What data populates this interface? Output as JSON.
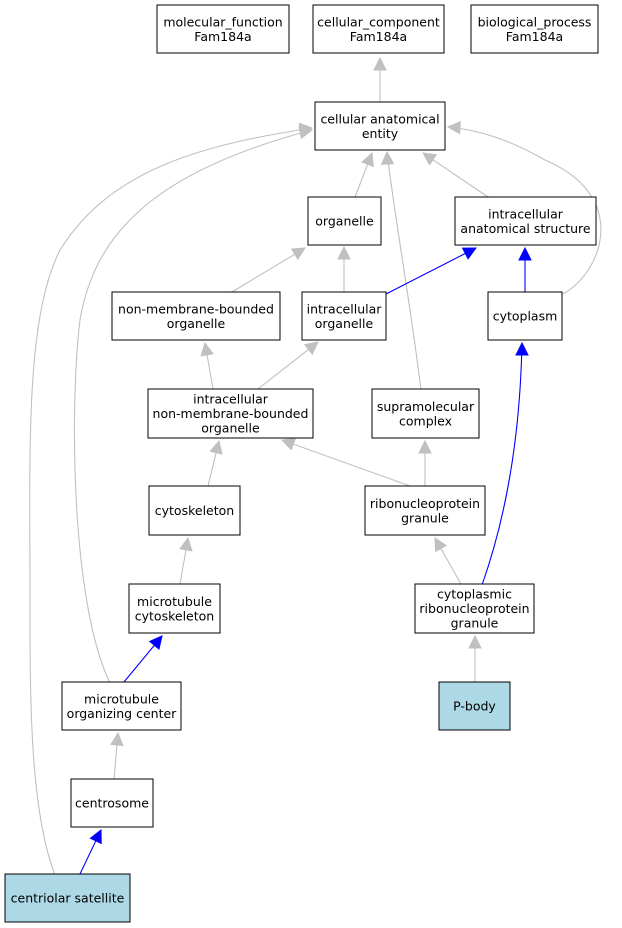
{
  "colors": {
    "plain_fill": "#ffffff",
    "highlight_fill": "#add8e6",
    "grey_edge": "#c0c0c0",
    "blue_edge": "#0000ff"
  },
  "nodes": {
    "mf": {
      "label": [
        "molecular_function",
        "Fam184a"
      ],
      "highlight": false
    },
    "cc": {
      "label": [
        "cellular_component",
        "Fam184a"
      ],
      "highlight": false
    },
    "bp": {
      "label": [
        "biological_process",
        "Fam184a"
      ],
      "highlight": false
    },
    "cae": {
      "label": [
        "cellular anatomical",
        "entity"
      ],
      "highlight": false
    },
    "org": {
      "label": [
        "organelle"
      ],
      "highlight": false
    },
    "ias": {
      "label": [
        "intracellular",
        "anatomical structure"
      ],
      "highlight": false
    },
    "nmbo": {
      "label": [
        "non-membrane-bounded",
        "organelle"
      ],
      "highlight": false
    },
    "io": {
      "label": [
        "intracellular",
        "organelle"
      ],
      "highlight": false
    },
    "cyto": {
      "label": [
        "cytoplasm"
      ],
      "highlight": false
    },
    "inmbo": {
      "label": [
        "intracellular",
        "non-membrane-bounded",
        "organelle"
      ],
      "highlight": false
    },
    "smc": {
      "label": [
        "supramolecular",
        "complex"
      ],
      "highlight": false
    },
    "csk": {
      "label": [
        "cytoskeleton"
      ],
      "highlight": false
    },
    "rnpg": {
      "label": [
        "ribonucleoprotein",
        "granule"
      ],
      "highlight": false
    },
    "mtc": {
      "label": [
        "microtubule",
        "cytoskeleton"
      ],
      "highlight": false
    },
    "crnpg": {
      "label": [
        "cytoplasmic",
        "ribonucleoprotein",
        "granule"
      ],
      "highlight": false
    },
    "pbody": {
      "label": [
        "P-body"
      ],
      "highlight": true
    },
    "mtoc": {
      "label": [
        "microtubule",
        "organizing center"
      ],
      "highlight": false
    },
    "csome": {
      "label": [
        "centrosome"
      ],
      "highlight": false
    },
    "csat": {
      "label": [
        "centriolar satellite"
      ],
      "highlight": true
    }
  },
  "edges": [
    {
      "from": "cae",
      "to": "cc",
      "color": "grey"
    },
    {
      "from": "org",
      "to": "cae",
      "color": "grey"
    },
    {
      "from": "ias",
      "to": "cae",
      "color": "grey"
    },
    {
      "from": "cyto",
      "to": "cae",
      "color": "grey"
    },
    {
      "from": "smc",
      "to": "cae",
      "color": "grey"
    },
    {
      "from": "mtoc",
      "to": "cae",
      "color": "grey"
    },
    {
      "from": "csat",
      "to": "cae",
      "color": "grey"
    },
    {
      "from": "nmbo",
      "to": "org",
      "color": "grey"
    },
    {
      "from": "io",
      "to": "org",
      "color": "grey"
    },
    {
      "from": "io",
      "to": "ias",
      "color": "blue"
    },
    {
      "from": "cyto",
      "to": "ias",
      "color": "blue"
    },
    {
      "from": "inmbo",
      "to": "nmbo",
      "color": "grey"
    },
    {
      "from": "inmbo",
      "to": "io",
      "color": "grey"
    },
    {
      "from": "csk",
      "to": "inmbo",
      "color": "grey"
    },
    {
      "from": "rnpg",
      "to": "inmbo",
      "color": "grey"
    },
    {
      "from": "rnpg",
      "to": "smc",
      "color": "grey"
    },
    {
      "from": "mtc",
      "to": "csk",
      "color": "grey"
    },
    {
      "from": "crnpg",
      "to": "rnpg",
      "color": "grey"
    },
    {
      "from": "crnpg",
      "to": "cyto",
      "color": "blue"
    },
    {
      "from": "pbody",
      "to": "crnpg",
      "color": "grey"
    },
    {
      "from": "mtoc",
      "to": "mtc",
      "color": "blue"
    },
    {
      "from": "csome",
      "to": "mtoc",
      "color": "grey"
    },
    {
      "from": "csat",
      "to": "csome",
      "color": "blue"
    }
  ]
}
